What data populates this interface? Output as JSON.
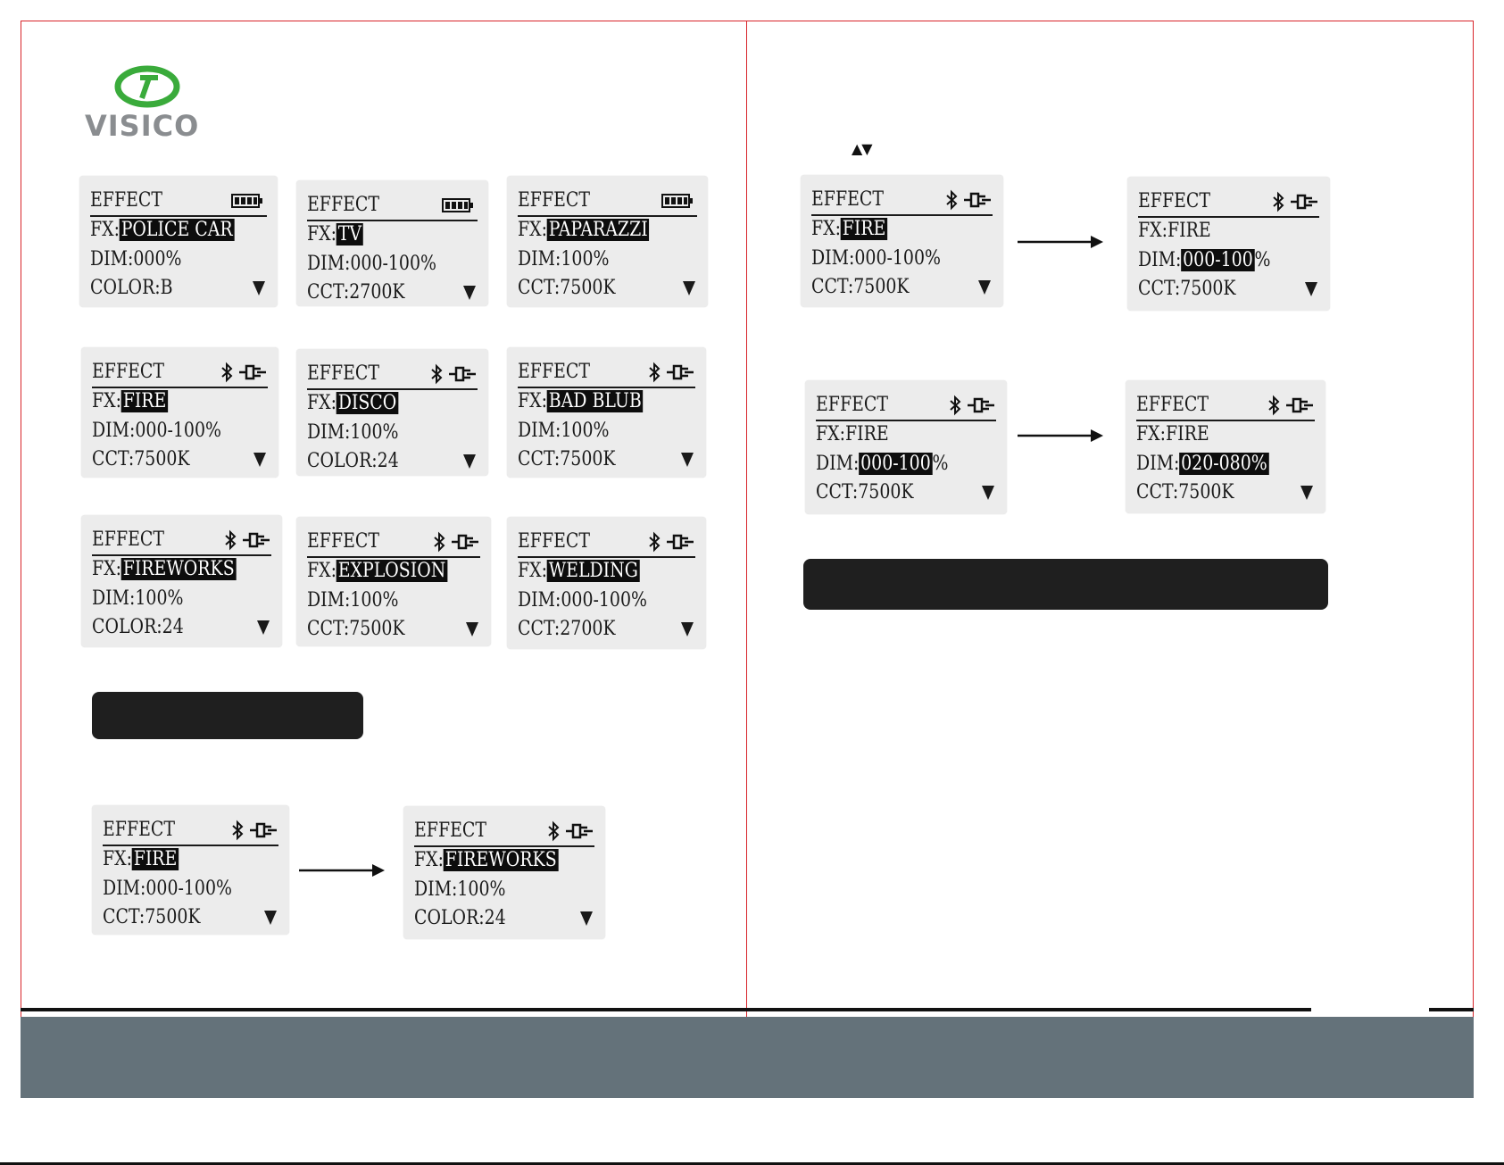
{
  "brand": {
    "name": "VISICO"
  },
  "nav_symbol": "▲▼",
  "colors": {
    "frame": "#d8242a",
    "footer": "#64727a",
    "lcd_bg": "#ececec",
    "logo_green": "#3aab3b"
  },
  "screens": {
    "s1": {
      "title": "EFFECT",
      "fx_label": "FX:",
      "fx_value": "POLICE CAR",
      "dim": "DIM:000%",
      "last": "COLOR:B",
      "icon": "battery-icon"
    },
    "s2": {
      "title": "EFFECT",
      "fx_label": "FX:",
      "fx_value": "TV",
      "dim": "DIM:000-100%",
      "last": "CCT:2700K",
      "icon": "battery-icon"
    },
    "s3": {
      "title": "EFFECT",
      "fx_label": "FX:",
      "fx_value": "PAPARAZZI",
      "dim": "DIM:100%",
      "last": "CCT:7500K",
      "icon": "battery-icon"
    },
    "s4": {
      "title": "EFFECT",
      "fx_label": "FX:",
      "fx_value": "FIRE",
      "dim": "DIM:000-100%",
      "last": "CCT:7500K"
    },
    "s5": {
      "title": "EFFECT",
      "fx_label": "FX:",
      "fx_value": "DISCO",
      "dim": "DIM:100%",
      "last": "COLOR:24"
    },
    "s6": {
      "title": "EFFECT",
      "fx_label": "FX:",
      "fx_value": "BAD BLUB",
      "dim": "DIM:100%",
      "last": "CCT:7500K"
    },
    "s7": {
      "title": "EFFECT",
      "fx_label": "FX:",
      "fx_value": "FIREWORKS",
      "dim": "DIM:100%",
      "last": "COLOR:24"
    },
    "s8": {
      "title": "EFFECT",
      "fx_label": "FX:",
      "fx_value": "EXPLOSION",
      "dim": "DIM:100%",
      "last": "CCT:7500K"
    },
    "s9": {
      "title": "EFFECT",
      "fx_label": "FX:",
      "fx_value": "WELDING",
      "dim": "DIM:000-100%",
      "last": "CCT:2700K"
    },
    "s10": {
      "title": "EFFECT",
      "fx_label": "FX:",
      "fx_value": "FIRE",
      "dim": "DIM:000-100%",
      "last": "CCT:7500K"
    },
    "s11": {
      "title": "EFFECT",
      "fx_label": "FX:",
      "fx_value": "FIREWORKS",
      "dim": "DIM:100%",
      "last": "COLOR:24"
    },
    "s12": {
      "title": "EFFECT",
      "fx_label": "FX:",
      "fx_value": "FIRE",
      "dim": "DIM:000-100%",
      "last": "CCT:7500K"
    },
    "s13": {
      "title": "EFFECT",
      "fx": "FX:FIRE",
      "dim_label": "DIM:",
      "dim_value": "000-100",
      "dim_suffix": "%",
      "last": "CCT:7500K"
    },
    "s14": {
      "title": "EFFECT",
      "fx": "FX:FIRE",
      "dim_label": "DIM:",
      "dim_value": "000-100",
      "dim_suffix": "%",
      "last": "CCT:7500K"
    },
    "s15": {
      "title": "EFFECT",
      "fx": "FX:FIRE",
      "dim_label": "DIM:",
      "dim_value": "020-080%",
      "last": "CCT:7500K"
    }
  }
}
